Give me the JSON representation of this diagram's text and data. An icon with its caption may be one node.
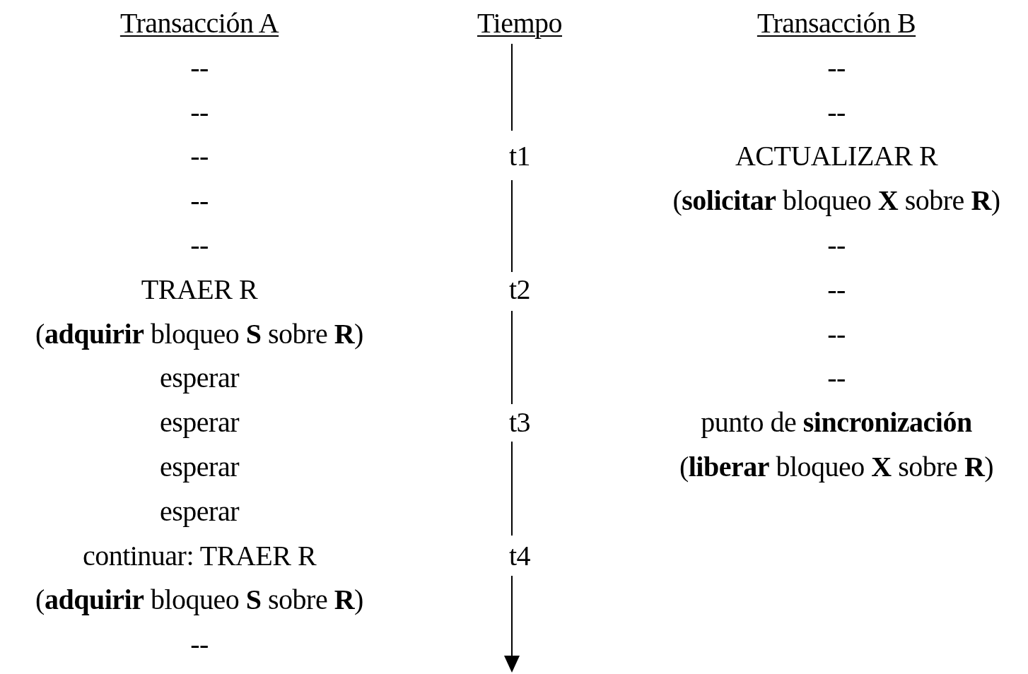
{
  "diagram": {
    "labels": [
      "Transacción A",
      "Tiempo",
      "Transacción B",
      "--",
      "--",
      "--",
      "--",
      "--",
      "t1",
      "ACTUALIZAR R",
      "--",
      "(**solicitar** bloqueo **X** sobre **R**)",
      "--",
      "--",
      "TRAER R",
      "t2",
      "--",
      "(**adquirir** bloqueo **S** sobre **R**)",
      "--",
      "esperar",
      "--",
      "esperar",
      "t3",
      "punto de **sincronización**",
      "esperar",
      "(**liberar** bloqueo **X** sobre **R**)",
      "esperar",
      "continuar: TRAER R",
      "t4",
      "(**adquirir** bloqueo **S** sobre **R**)",
      "--"
    ]
  }
}
